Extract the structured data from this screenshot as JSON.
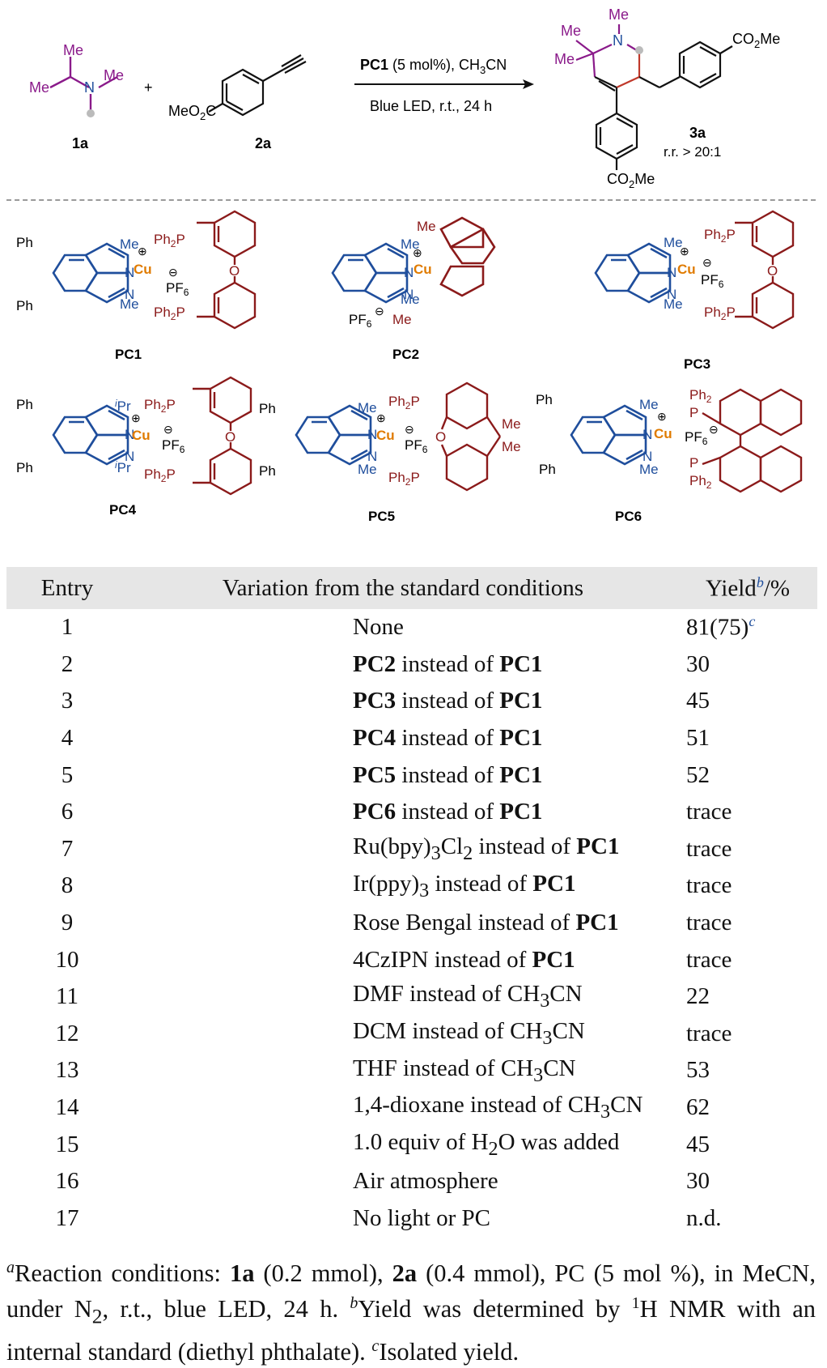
{
  "scheme": {
    "reactant1_label": "1a",
    "reactant2_label": "2a",
    "product_label": "3a",
    "product_rr": "r.r. > 20:1",
    "plus": "+",
    "cond_pc": "PC1",
    "cond_rest": "(5 mol%), CH",
    "cond_sub": "3",
    "cond_end": "CN",
    "cond_line2": "Blue LED, r.t., 24 h",
    "me": "Me",
    "ester_left": "MeO",
    "ester_right": "CO",
    "two": "2",
    "n": "N"
  },
  "catalysts": {
    "labels": [
      "PC1",
      "PC2",
      "PC3",
      "PC4",
      "PC5",
      "PC6"
    ],
    "cu": "Cu",
    "ph": "Ph",
    "ph2p": "Ph",
    "pf6": "PF",
    "me": "Me",
    "ipr": "Pr",
    "i": "i"
  },
  "table": {
    "headers": {
      "entry": "Entry",
      "variation": "Variation from the standard conditions",
      "yield": "Yield",
      "yield_note": "b",
      "yield_unit": "/%"
    },
    "rows": [
      {
        "entry": "1",
        "pre": "None",
        "bold": "",
        "sub": "",
        "post": "",
        "bold2": "",
        "yield": "81(75)",
        "note": "c"
      },
      {
        "entry": "2",
        "pre": "",
        "bold": "PC2",
        "sub": "",
        "post": " instead of ",
        "bold2": "PC1",
        "yield": "30",
        "note": ""
      },
      {
        "entry": "3",
        "pre": "",
        "bold": "PC3",
        "sub": "",
        "post": " instead of ",
        "bold2": "PC1",
        "yield": "45",
        "note": ""
      },
      {
        "entry": "4",
        "pre": "",
        "bold": "PC4",
        "sub": "",
        "post": " instead of ",
        "bold2": "PC1",
        "yield": "51",
        "note": ""
      },
      {
        "entry": "5",
        "pre": "",
        "bold": "PC5",
        "sub": "",
        "post": " instead of ",
        "bold2": "PC1",
        "yield": "52",
        "note": ""
      },
      {
        "entry": "6",
        "pre": "",
        "bold": "PC6",
        "sub": "",
        "post": " instead of ",
        "bold2": "PC1",
        "yield": "trace",
        "note": ""
      },
      {
        "entry": "7",
        "pre": "Ru(bpy)",
        "bold": "",
        "sub": "3",
        "post": "Cl",
        "sub2": "2",
        "post2": " instead of ",
        "bold2": "PC1",
        "yield": "trace",
        "note": ""
      },
      {
        "entry": "8",
        "pre": "Ir(ppy)",
        "bold": "",
        "sub": "3",
        "post": " instead of ",
        "bold2": "PC1",
        "yield": "trace",
        "note": ""
      },
      {
        "entry": "9",
        "pre": "Rose Bengal instead of ",
        "bold": "",
        "sub": "",
        "post": "",
        "bold2": "PC1",
        "yield": "trace",
        "note": ""
      },
      {
        "entry": "10",
        "pre": "4CzIPN instead of ",
        "bold": "",
        "sub": "",
        "post": "",
        "bold2": "PC1",
        "yield": "trace",
        "note": ""
      },
      {
        "entry": "11",
        "pre": "DMF instead of CH",
        "bold": "",
        "sub": "3",
        "post": "CN",
        "bold2": "",
        "yield": "22",
        "note": ""
      },
      {
        "entry": "12",
        "pre": "DCM instead of CH",
        "bold": "",
        "sub": "3",
        "post": "CN",
        "bold2": "",
        "yield": "trace",
        "note": ""
      },
      {
        "entry": "13",
        "pre": "THF instead of CH",
        "bold": "",
        "sub": "3",
        "post": "CN",
        "bold2": "",
        "yield": "53",
        "note": ""
      },
      {
        "entry": "14",
        "pre": "1,4-dioxane instead of CH",
        "bold": "",
        "sub": "3",
        "post": "CN",
        "bold2": "",
        "yield": "62",
        "note": ""
      },
      {
        "entry": "15",
        "pre": "1.0 equiv of H",
        "bold": "",
        "sub": "2",
        "post": "O was added",
        "bold2": "",
        "yield": "45",
        "note": ""
      },
      {
        "entry": "16",
        "pre": "Air atmosphere",
        "bold": "",
        "sub": "",
        "post": "",
        "bold2": "",
        "yield": "30",
        "note": ""
      },
      {
        "entry": "17",
        "pre": "No light or PC",
        "bold": "",
        "sub": "",
        "post": "",
        "bold2": "",
        "yield": "n.d.",
        "note": ""
      }
    ]
  },
  "footnote": {
    "a_mark": "a",
    "a_text1": "Reaction conditions: ",
    "a_1a": "1a",
    "a_text2": " (0.2 mmol), ",
    "a_2a": "2a",
    "a_text3": " (0.4 mmol), PC (5 mol %), in MeCN, under N",
    "a_sub": "2",
    "a_text4": ", r.t., blue LED, 24 h. ",
    "b_mark": "b",
    "b_text1": "Yield was determined by ",
    "b_sup": "1",
    "b_text2": "H NMR with an internal standard (diethyl phthalate). ",
    "c_mark": "c",
    "c_text": "Isolated yield."
  },
  "colors": {
    "blue": "#1f4e9c",
    "red": "#8b1a1a",
    "purple": "#8a1a8a",
    "orange": "#e07b00"
  }
}
